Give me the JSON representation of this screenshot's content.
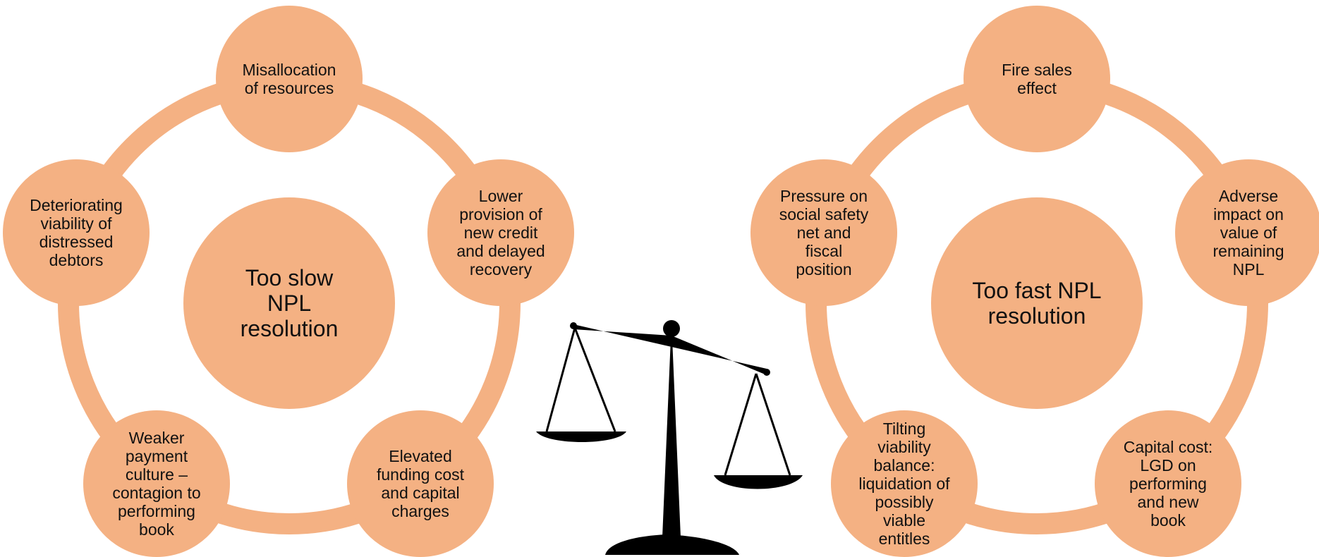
{
  "colors": {
    "circle": "#F4B183",
    "scale": "#000000",
    "text": "#111111"
  },
  "left": {
    "center": "Too slow\nNPL\nresolution",
    "nodes": [
      "Misallocation\nof resources",
      "Lower\nprovision of\nnew credit\nand delayed\nrecovery",
      "Elevated\nfunding cost\nand capital\ncharges",
      "Weaker\npayment\nculture –\ncontagion to\nperforming\nbook",
      "Deteriorating\nviability of\ndistressed\ndebtors"
    ]
  },
  "right": {
    "center": "Too fast NPL\nresolution",
    "nodes": [
      "Fire sales\neffect",
      "Adverse\nimpact on\nvalue of\nremaining\nNPL",
      "Capital cost:\nLGD on\nperforming\nand new\nbook",
      "Tilting\nviability\nbalance:\nliquidation of\npossibly\nviable\nentitles",
      "Pressure on\nsocial safety\nnet and\nfiscal\nposition"
    ]
  },
  "icons": {
    "scale": "balance-scale-icon"
  }
}
